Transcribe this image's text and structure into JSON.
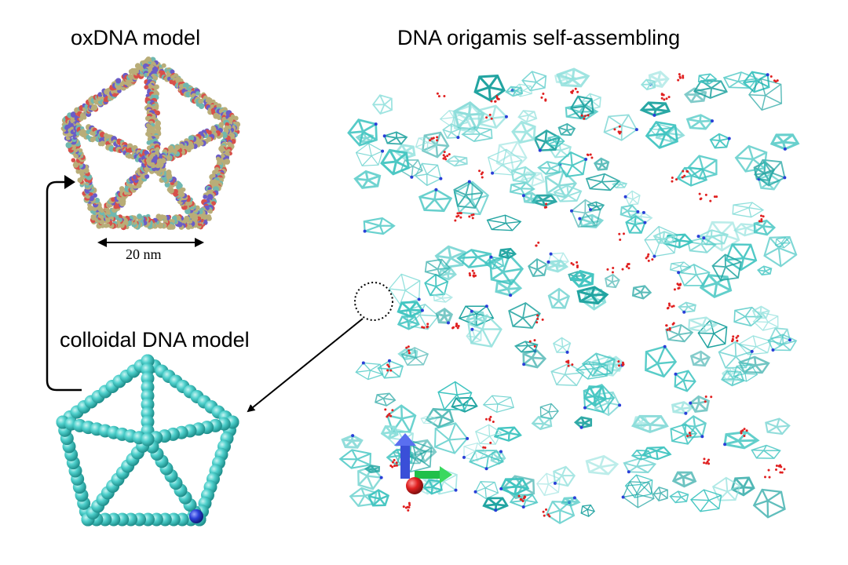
{
  "titles": {
    "oxdna": "oxDNA model",
    "origami": "DNA origamis self-assembling",
    "colloidal": "colloidal DNA model"
  },
  "scale_bar": {
    "label": "20 nm"
  },
  "colors": {
    "teal": "#3fc4c0",
    "teal_dark": "#1fa3a0",
    "teal_light": "#8fe0dc",
    "blue_bead": "#2a3fd8",
    "red_bead": "#e02020",
    "oxdna_tan": "#b9ad78",
    "oxdna_red": "#d8504a",
    "oxdna_blue": "#6a5cc8",
    "oxdna_teal": "#6fb8b0",
    "axis_x": "#1fc04a",
    "axis_y": "#3a4fd8",
    "axis_z": "#e02828"
  },
  "icons": {
    "zoom_marker": "dotted-circle-icon",
    "axes": "xyz-axes-icon"
  }
}
